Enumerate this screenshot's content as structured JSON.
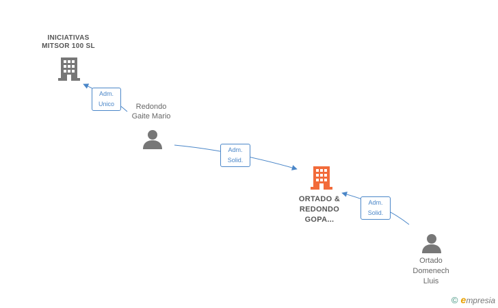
{
  "nodes": {
    "iniciativas": {
      "line1": "INICIATIVAS",
      "line2": "MITSOR 100 SL",
      "icon": "building-icon",
      "color": "#777777"
    },
    "redondo": {
      "line1": "Redondo",
      "line2": "Gaite Mario",
      "icon": "person-icon",
      "color": "#777777"
    },
    "ortado_redondo": {
      "line1": "ORTADO &",
      "line2": "REDONDO",
      "line3": "GOPA...",
      "icon": "building-icon",
      "color": "#f26b3a"
    },
    "ortado_domenech": {
      "line1": "Ortado",
      "line2": "Domenech",
      "line3": "Lluis",
      "icon": "person-icon",
      "color": "#777777"
    }
  },
  "edges": {
    "e1": {
      "line1": "Adm.",
      "line2": "Unico"
    },
    "e2": {
      "line1": "Adm.",
      "line2": "Solid."
    },
    "e3": {
      "line1": "Adm.",
      "line2": "Solid."
    }
  },
  "colors": {
    "edge": "#4a86c8",
    "text": "#666666"
  },
  "brand": {
    "copyright": "©",
    "e_letter": "e",
    "rest": "mpresia"
  }
}
